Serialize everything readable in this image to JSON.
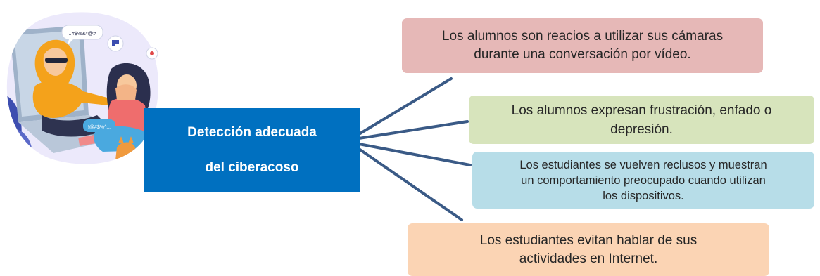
{
  "diagram": {
    "center": {
      "lines": [
        "Detección adecuada",
        "del ciberacoso"
      ],
      "color": "#0070c0"
    },
    "connector_color": "#3a5a86",
    "nodes": [
      {
        "lines": [
          "Los alumnos son reacios a utilizar sus cámaras",
          "durante una conversación por vídeo."
        ],
        "color": "#e6b8b7"
      },
      {
        "lines": [
          "Los alumnos expresan frustración, enfado o",
          "depresión."
        ],
        "color": "#d7e4bc"
      },
      {
        "lines": [
          "Los estudiantes se vuelven reclusos y muestran",
          "un comportamiento preocupado cuando utilizan",
          "los dispositivos."
        ],
        "color": "#b7dde8"
      },
      {
        "lines": [
          "Los estudiantes evitan hablar de sus",
          "actividades en Internet."
        ],
        "color": "#fbd4b4"
      }
    ],
    "illustration": {
      "icons": [
        "hacker-figure-icon",
        "crying-girl-icon",
        "laptop-icon",
        "speech-bubble-icon",
        "dislike-icon",
        "cat-icon",
        "leaves-icon"
      ],
      "bubble_texts": [
        "..#$%&*@#",
        "!@#$%^..."
      ]
    }
  }
}
